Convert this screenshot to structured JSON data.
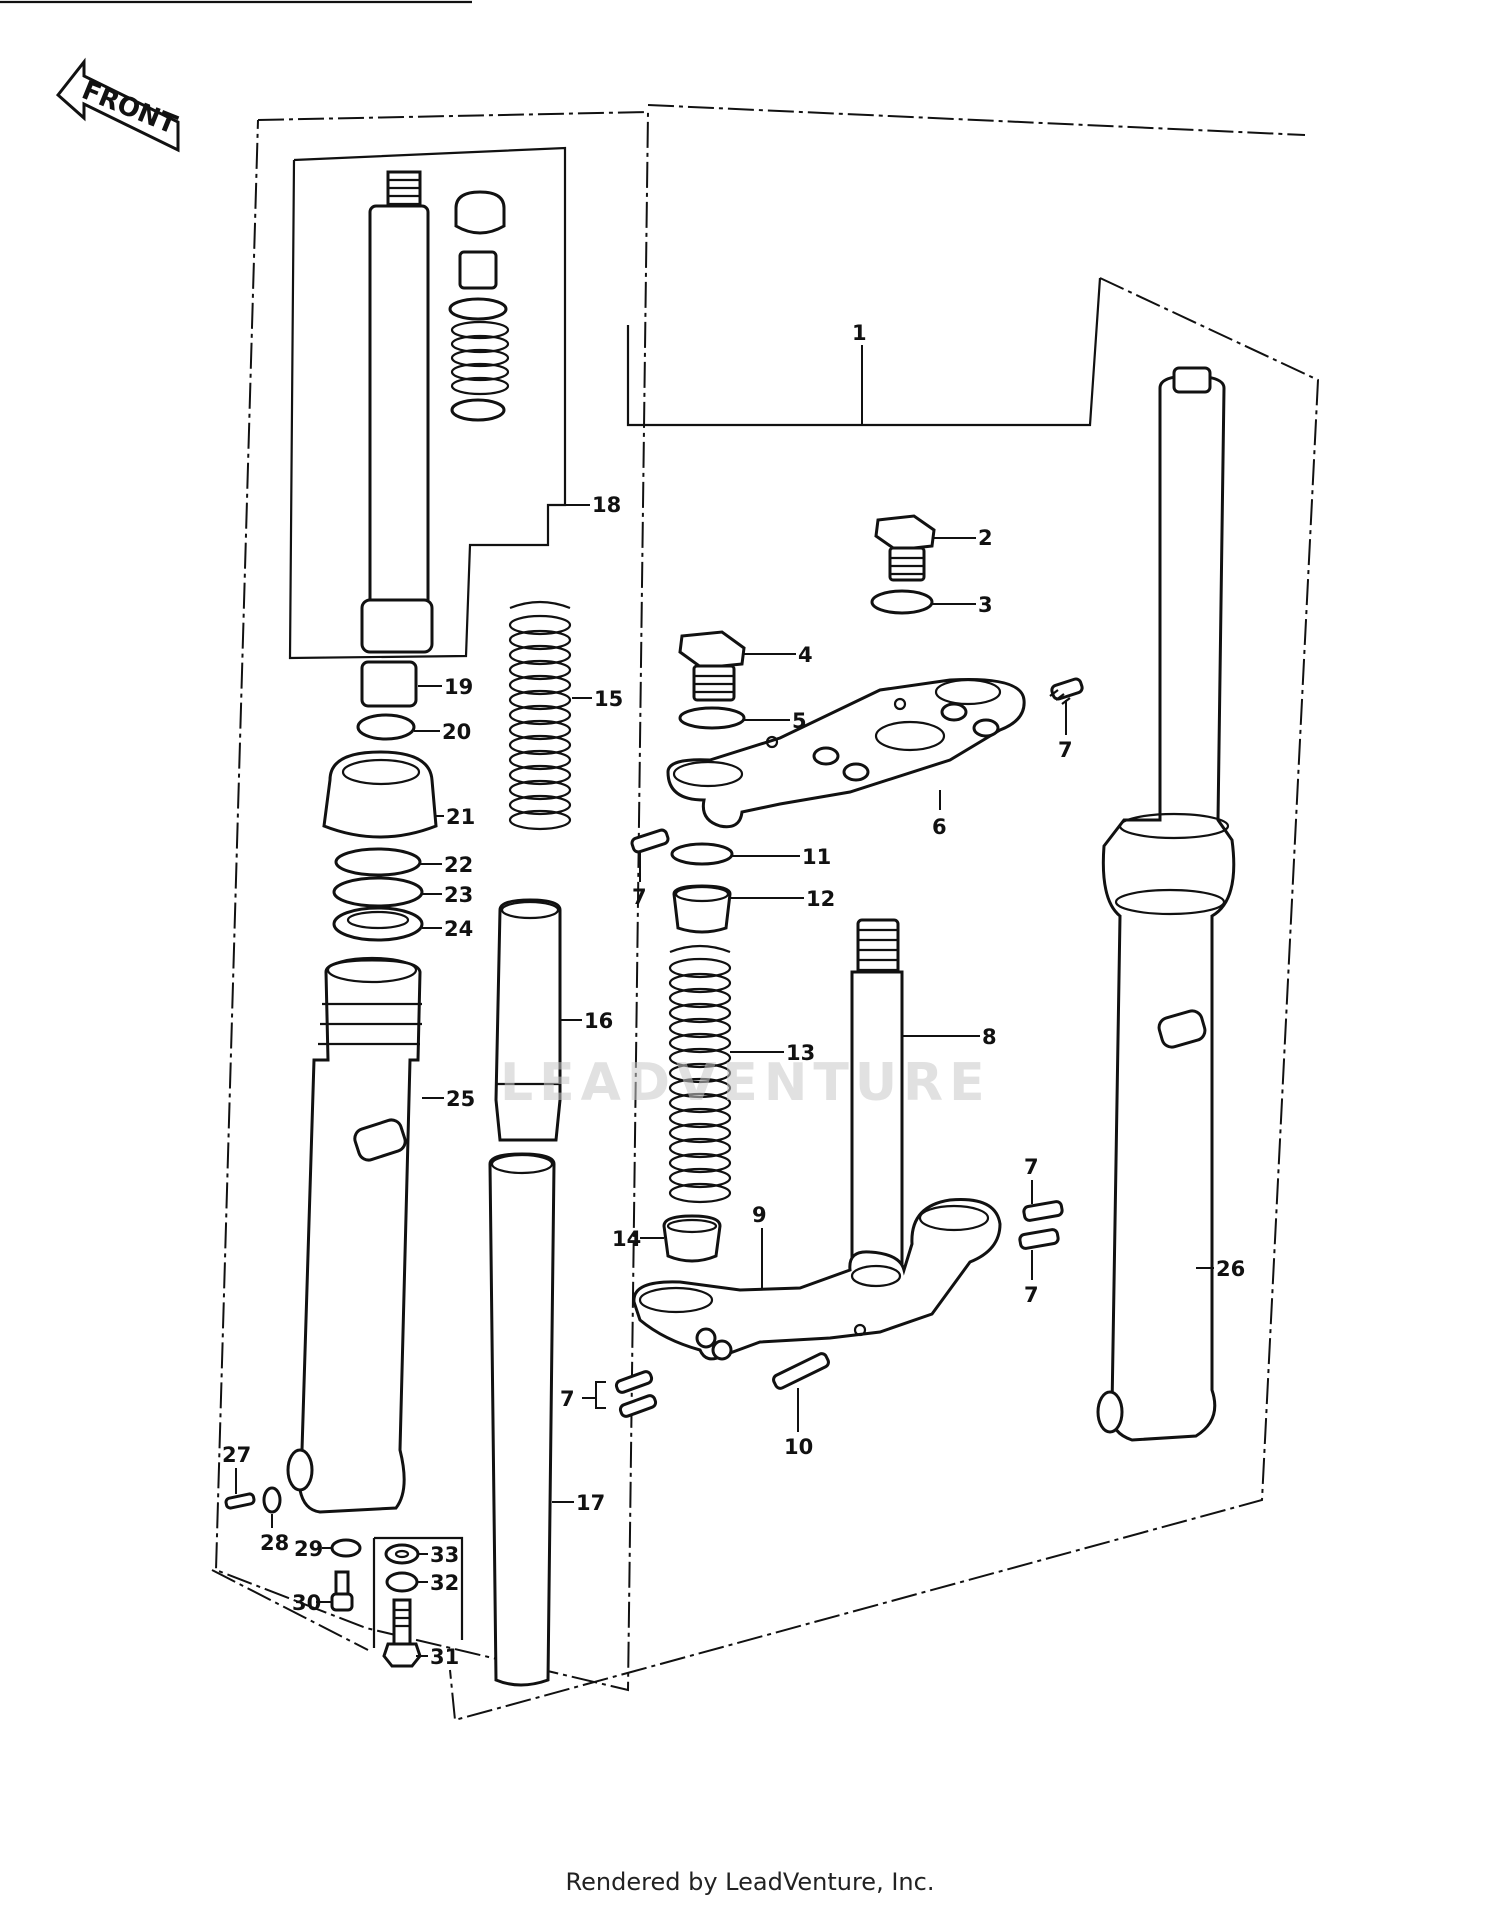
{
  "direction_label": "FRONT",
  "watermark": "LEADVENTURE",
  "footer": "Rendered by LeadVenture, Inc.",
  "callouts": {
    "c1": "1",
    "c2": "2",
    "c3": "3",
    "c4": "4",
    "c5": "5",
    "c6": "6",
    "c7a": "7",
    "c7b": "7",
    "c7c": "7",
    "c7d": "7",
    "c7e": "7",
    "c8": "8",
    "c9": "9",
    "c10": "10",
    "c11": "11",
    "c12": "12",
    "c13": "13",
    "c14": "14",
    "c15": "15",
    "c16": "16",
    "c17": "17",
    "c18": "18",
    "c19": "19",
    "c20": "20",
    "c21": "21",
    "c22": "22",
    "c23": "23",
    "c24": "24",
    "c25": "25",
    "c26": "26",
    "c27": "27",
    "c28": "28",
    "c29": "29",
    "c30": "30",
    "c31": "31",
    "c32": "32",
    "c33": "33"
  }
}
